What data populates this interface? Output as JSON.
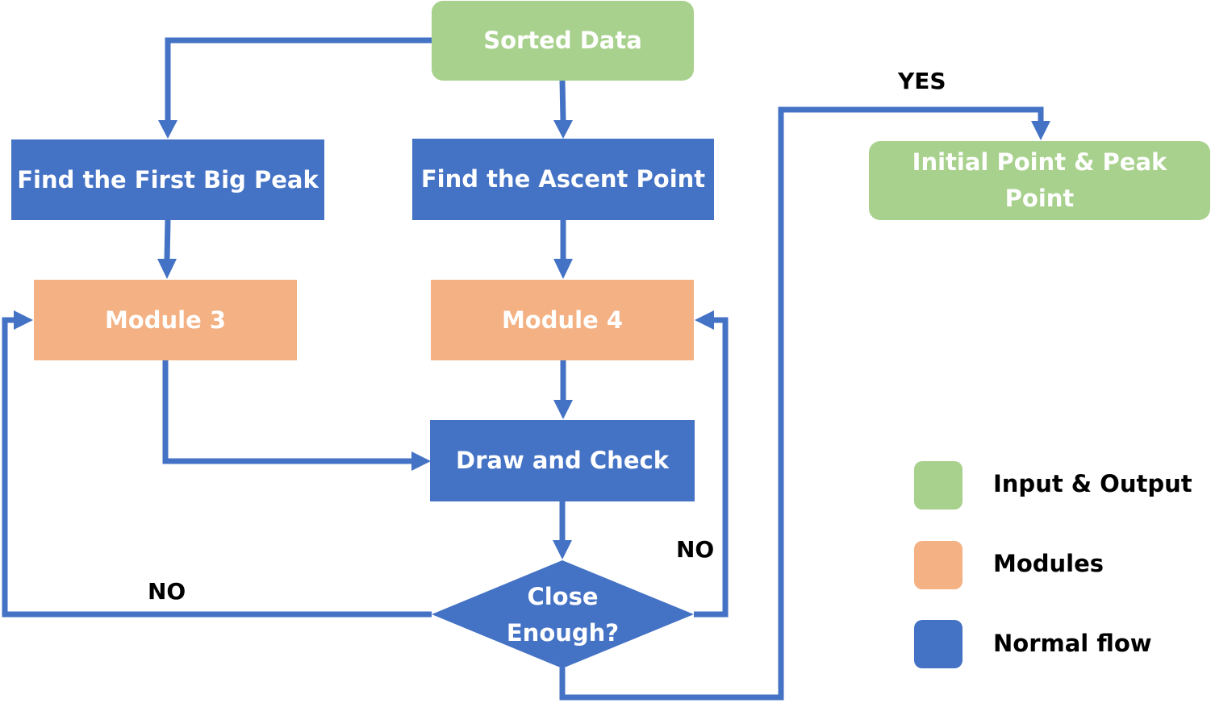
{
  "nodes": {
    "sorted_data": "Sorted Data",
    "find_first_big_peak": "Find the First Big Peak",
    "find_ascent_point": "Find the Ascent Point",
    "module_3": "Module 3",
    "module_4": "Module 4",
    "draw_and_check": "Draw and Check",
    "close_enough_line1": "Close",
    "close_enough_line2": "Enough?",
    "output_line1": "Initial Point & Peak",
    "output_line2": "Point"
  },
  "edge_labels": {
    "yes": "YES",
    "no_left": "NO",
    "no_right": "NO"
  },
  "legend": [
    {
      "label": "Input & Output",
      "color": "#a9d18e"
    },
    {
      "label": "Modules",
      "color": "#f4b183"
    },
    {
      "label": "Normal flow",
      "color": "#4472c4"
    }
  ],
  "colors": {
    "flow_blue": "#4472c4",
    "module_orange": "#f4b183",
    "io_green": "#a9d18e"
  }
}
